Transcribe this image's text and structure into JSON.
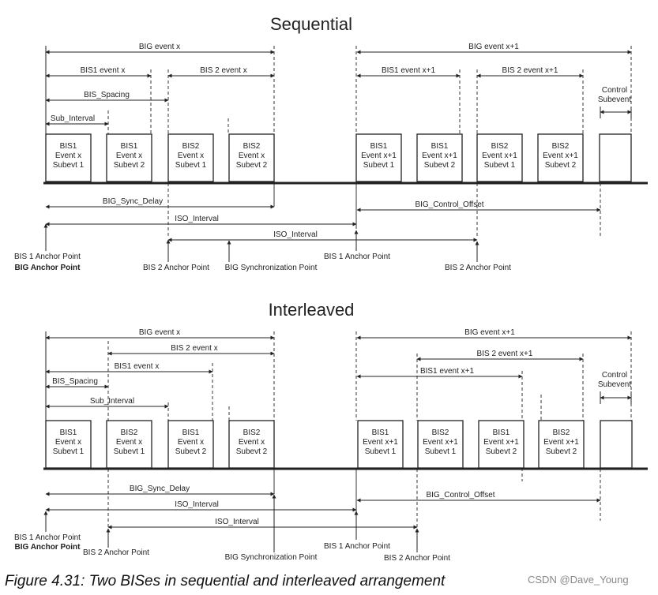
{
  "caption": "Figure 4.31:  Two BISes in sequential and interleaved arrangement",
  "watermark": "CSDN @Dave_Young",
  "colors": {
    "line": "#222222",
    "box_fill": "#ffffff",
    "text": "#222222"
  },
  "sequential": {
    "title": "Sequential",
    "big_event_x": "BIG event x",
    "big_event_x1": "BIG event x+1",
    "bis1_event_x": "BIS1 event x",
    "bis2_event_x": "BIS 2 event x",
    "bis1_event_x1": "BIS1 event x+1",
    "bis2_event_x1": "BIS 2 event x+1",
    "bis_spacing": "BIS_Spacing",
    "sub_interval": "Sub_Interval",
    "control_subevent": [
      "Control",
      "Subevent"
    ],
    "boxes": [
      [
        "BIS1",
        "Event x",
        "Subevt 1"
      ],
      [
        "BIS1",
        "Event x",
        "Subevt 2"
      ],
      [
        "BIS2",
        "Event x",
        "Subevt 1"
      ],
      [
        "BIS2",
        "Event x",
        "Subevt 2"
      ],
      [
        "BIS1",
        "Event x+1",
        "Subevt 1"
      ],
      [
        "BIS1",
        "Event x+1",
        "Subevt 2"
      ],
      [
        "BIS2",
        "Event x+1",
        "Subevt 1"
      ],
      [
        "BIS2",
        "Event x+1",
        "Subevt 2"
      ]
    ],
    "big_sync_delay": "BIG_Sync_Delay",
    "big_control_offset": "BIG_Control_Offset",
    "iso_interval_1": "ISO_Interval",
    "iso_interval_2": "ISO_Interval",
    "bis1_anchor": "BIS 1 Anchor Point",
    "big_anchor": "BIG Anchor Point",
    "bis2_anchor": "BIS 2 Anchor Point",
    "big_sync_point": "BIG Synchronization Point",
    "bis1_anchor_2": "BIS 1 Anchor Point",
    "bis2_anchor_2": "BIS 2 Anchor Point"
  },
  "interleaved": {
    "title": "Interleaved",
    "big_event_x": "BIG event x",
    "big_event_x1": "BIG event x+1",
    "bis2_event_x": "BIS 2 event x",
    "bis1_event_x": "BIS1 event x",
    "bis2_event_x1": "BIS 2 event x+1",
    "bis1_event_x1": "BIS1 event x+1",
    "bis_spacing": "BIS_Spacing",
    "sub_interval": "Sub_Interval",
    "control_subevent": [
      "Control",
      "Subevent"
    ],
    "boxes": [
      [
        "BIS1",
        "Event x",
        "Subevt 1"
      ],
      [
        "BIS2",
        "Event x",
        "Subevt 1"
      ],
      [
        "BIS1",
        "Event x",
        "Subevt 2"
      ],
      [
        "BIS2",
        "Event x",
        "Subevt 2"
      ],
      [
        "BIS1",
        "Event x+1",
        "Subevt 1"
      ],
      [
        "BIS2",
        "Event x+1",
        "Subevt 1"
      ],
      [
        "BIS1",
        "Event x+1",
        "Subevt 2"
      ],
      [
        "BIS2",
        "Event x+1",
        "Subevt 2"
      ]
    ],
    "big_sync_delay": "BIG_Sync_Delay",
    "big_control_offset": "BIG_Control_Offset",
    "iso_interval_1": "ISO_Interval",
    "iso_interval_2": "ISO_Interval",
    "bis1_anchor": "BIS 1 Anchor Point",
    "big_anchor": "BIG Anchor Point",
    "bis2_anchor": "BIS 2 Anchor Point",
    "big_sync_point": "BIG Synchronization Point",
    "bis1_anchor_2": "BIS 1 Anchor Point",
    "bis2_anchor_2": "BIS 2 Anchor Point"
  }
}
